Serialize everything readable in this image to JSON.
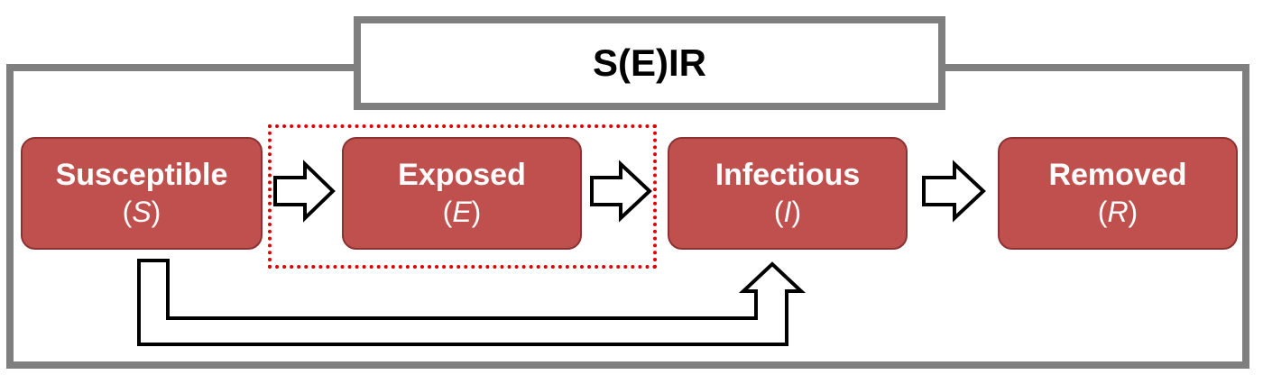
{
  "diagram": {
    "title": "S(E)IR",
    "states": [
      {
        "id": "S",
        "name": "Susceptible",
        "symbol": "S"
      },
      {
        "id": "E",
        "name": "Exposed",
        "symbol": "E"
      },
      {
        "id": "I",
        "name": "Infectious",
        "symbol": "I"
      },
      {
        "id": "R",
        "name": "Removed",
        "symbol": "R"
      }
    ],
    "transitions": [
      {
        "from": "S",
        "to": "E"
      },
      {
        "from": "E",
        "to": "I"
      },
      {
        "from": "I",
        "to": "R"
      },
      {
        "from": "S",
        "to": "I"
      }
    ],
    "colors": {
      "box_fill": "#c0504d",
      "box_border": "#8b3232",
      "box_text": "#ffffff",
      "frame": "#7f7f7f",
      "latent_group_border": "#e00000",
      "arrow_outline": "#000000"
    }
  }
}
